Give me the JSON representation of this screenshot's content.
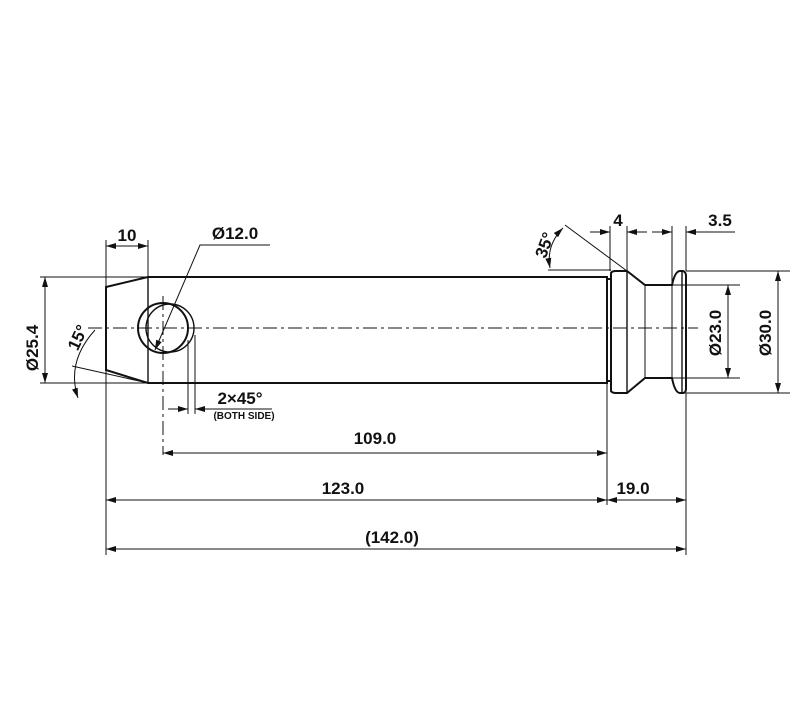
{
  "drawing": {
    "labels": {
      "len_chamfer": "10",
      "hole_dia": "Ø12.0",
      "shaft_dia": "Ø25.4",
      "chamfer_angle": "15°",
      "hole_chamfer": "2×45°",
      "hole_chamfer_note": "(BOTH SIDE)",
      "len_hole_to_collar": "109.0",
      "len_shaft": "123.0",
      "len_head": "19.0",
      "len_total": "(142.0)",
      "collar_width": "4",
      "groove_edge": "3.5",
      "groove_angle": "35°",
      "groove_dia": "Ø23.0",
      "head_dia": "Ø30.0"
    }
  }
}
